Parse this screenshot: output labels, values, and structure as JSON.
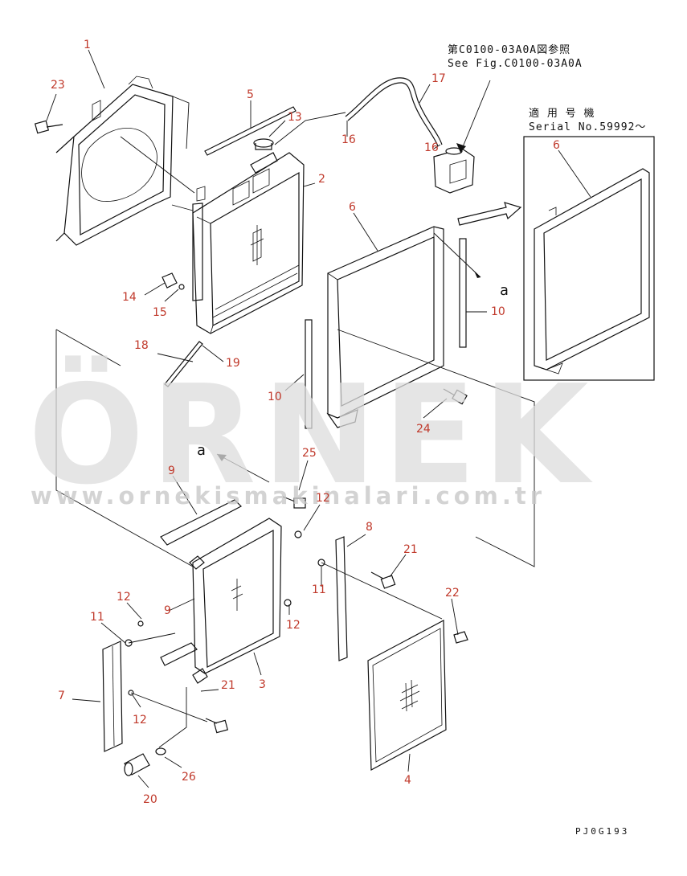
{
  "notes": {
    "see_fig_jp": "第C0100-03A0A図参照",
    "see_fig_en": "See Fig.C0100-03A0A",
    "serial_jp": "適 用 号 機",
    "serial_en": "Serial No.59992～",
    "ref_a_top": "a",
    "ref_a_bottom": "a"
  },
  "drawing_code": "PJ0G193",
  "watermark": {
    "brand": "ÖRNEK",
    "url": "www.ornekismakinalari.com.tr"
  },
  "callouts": [
    "1",
    "23",
    "5",
    "13",
    "2",
    "16",
    "17",
    "16",
    "6",
    "6",
    "14",
    "15",
    "10",
    "10",
    "18",
    "19",
    "24",
    "25",
    "9",
    "12",
    "8",
    "21",
    "22",
    "12",
    "9",
    "11",
    "12",
    "3",
    "21",
    "7",
    "12",
    "4",
    "26",
    "20"
  ],
  "colors": {
    "callout": "#c0392b",
    "line": "#111111",
    "watermark": "#dcdcdc"
  }
}
